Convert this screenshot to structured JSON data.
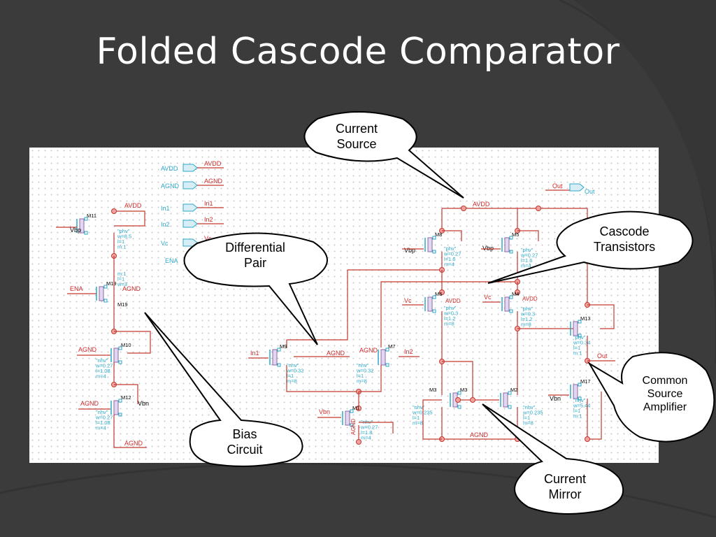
{
  "title": "Folded Cascode Comparator",
  "callouts": {
    "current_source": [
      "Current",
      "Source"
    ],
    "cascode": [
      "Cascode",
      "Transistors"
    ],
    "diff_pair": [
      "Differential",
      "Pair"
    ],
    "common_source": [
      "Common",
      "Source",
      "Amplifier"
    ],
    "bias": [
      "Bias",
      "Circuit"
    ],
    "mirror": [
      "Current",
      "Mirror"
    ]
  },
  "pins": {
    "avdd_pin": "AVDD",
    "avdd_net": "AVDD",
    "agnd_pin": "AGND",
    "agnd_net": "AGND",
    "in1_pin": "In1",
    "in1_net": "In1",
    "in2_pin": "In2",
    "in2_net": "In2",
    "vc_pin": "Vc",
    "vc_net": "Vc",
    "ena_pin": "ENA",
    "out_net": "Out",
    "out_pin": "Out"
  },
  "nets": {
    "avdd_top": "AVDD",
    "avdd_bias": "AVDD",
    "agnd_bias_bottom": "AGND",
    "agnd_mirror": "AGND",
    "agnd_diff": "AGND",
    "out_right": "Out"
  },
  "devices": {
    "m11": {
      "name": "M11",
      "gate": "Vbp",
      "p": [
        "\"phv\"",
        "w=8.5",
        "l=1",
        "m:1"
      ]
    },
    "m19": {
      "name": "M19",
      "gate": "ENA",
      "src": "AGND",
      "p": [
        "m:1",
        "l=1",
        "w=3"
      ]
    },
    "m10": {
      "name": "M10",
      "gate": "AGND",
      "p": [
        "\"nhv\"",
        "w=0.27",
        "l=1.08",
        "m=4"
      ]
    },
    "m12": {
      "name": "M12",
      "gate": "AGND",
      "gate2": "Vbn",
      "p": [
        "\"nhv\"",
        "w=0.27",
        "l=1.08",
        "m=4"
      ]
    },
    "m9": {
      "name": "M9",
      "gate": "In1",
      "p": [
        "\"nhv\"",
        "w=0.32",
        "l=1",
        "m=8"
      ]
    },
    "m7": {
      "name": "M7",
      "gate": "In2",
      "src": "AGND",
      "p": [
        "\"nhv\"",
        "w=0.32",
        "l=1",
        "m=8"
      ]
    },
    "m1": {
      "name": "M1",
      "gate": "Vbn",
      "src": "AGND",
      "p": [
        "\"nhv\"",
        "w=0.27",
        "l=1.8",
        "m=4"
      ]
    },
    "m8": {
      "name": "M8",
      "gate": "Vbp",
      "p": [
        "\"phv\"",
        "w=0.27",
        "l=1.6",
        "m=4"
      ]
    },
    "m5": {
      "name": "M5",
      "gate": "Vbp",
      "p": [
        "\"phv\"",
        "w=0.27",
        "l=1.6",
        "m=4"
      ]
    },
    "m6": {
      "name": "M6",
      "gate": "Vc",
      "src": "AVDD",
      "p": [
        "\"phv\"",
        "w=0.3",
        "l=1.2",
        "m=8"
      ]
    },
    "m4": {
      "name": "M4",
      "gate": "Vc",
      "src": "AVDD",
      "p": [
        "\"phv\"",
        "w=0.3",
        "l=1.2",
        "m=8"
      ]
    },
    "m3": {
      "name": "M3",
      "p": [
        "\"nhv\"",
        "w=0.235",
        "l=1",
        "m=8"
      ]
    },
    "m2": {
      "name": "M2",
      "p": [
        "\"nhv\"",
        "w=0.235",
        "l=1",
        "m=8"
      ]
    },
    "m13": {
      "name": "M13",
      "p": [
        "\"phv\"",
        "w=0.34",
        "l=1",
        "m:1"
      ]
    },
    "m17": {
      "name": "M17",
      "gate": "Vbn",
      "p": [
        "\"nhv\"",
        "w=5.44",
        "l=1",
        "m:1"
      ]
    }
  }
}
